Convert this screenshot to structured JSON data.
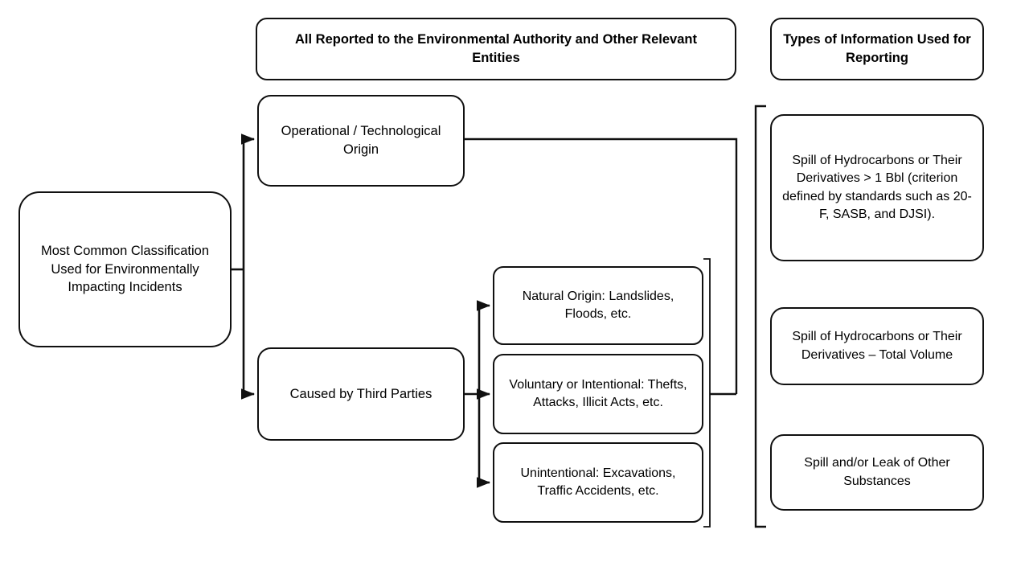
{
  "diagram": {
    "title": "Most Common Classification Used for Environmentally Impacting Incidents",
    "colors": {
      "stroke": "#101010",
      "background": "#ffffff",
      "text": "#000000"
    },
    "headers": [
      {
        "id": "header-reported",
        "label": "All Reported to the Environmental Authority and Other Relevant Entities"
      },
      {
        "id": "header-info-types",
        "label": "Types of Information Used for Reporting"
      }
    ],
    "root": {
      "id": "root-classification",
      "label": "Most Common Classification Used for Environmentally Impacting Incidents"
    },
    "categories": [
      {
        "id": "operational-origin",
        "label": "Operational / Technological Origin"
      },
      {
        "id": "third-parties",
        "label": "Caused by Third Parties"
      }
    ],
    "third_party_causes": [
      {
        "id": "natural-origin",
        "label": "Natural Origin: Landslides, Floods, etc."
      },
      {
        "id": "voluntary-intentional",
        "label": "Voluntary or Intentional: Thefts, Attacks, Illicit Acts, etc."
      },
      {
        "id": "unintentional",
        "label": "Unintentional: Excavations, Traffic Accidents, etc."
      }
    ],
    "information_types": [
      {
        "id": "spill-hydrocarbons-1bbl",
        "label": "Spill of Hydrocarbons or Their Derivatives > 1 Bbl (criterion defined by standards such as 20-F, SASB, and DJSI)."
      },
      {
        "id": "spill-hydrocarbons-total-volume",
        "label": "Spill of Hydrocarbons or Their Derivatives – Total Volume"
      },
      {
        "id": "spill-leak-other-substances",
        "label": "Spill and/or Leak of Other Substances"
      }
    ]
  }
}
